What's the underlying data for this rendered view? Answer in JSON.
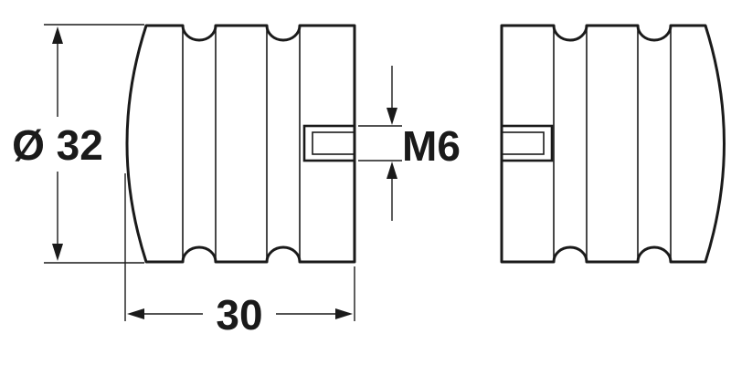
{
  "dimensions": {
    "diameter_label": "Ø 32",
    "thread_label": "M6",
    "length_label": "30"
  },
  "colors": {
    "line": "#1a1a1a",
    "background": "#ffffff"
  }
}
